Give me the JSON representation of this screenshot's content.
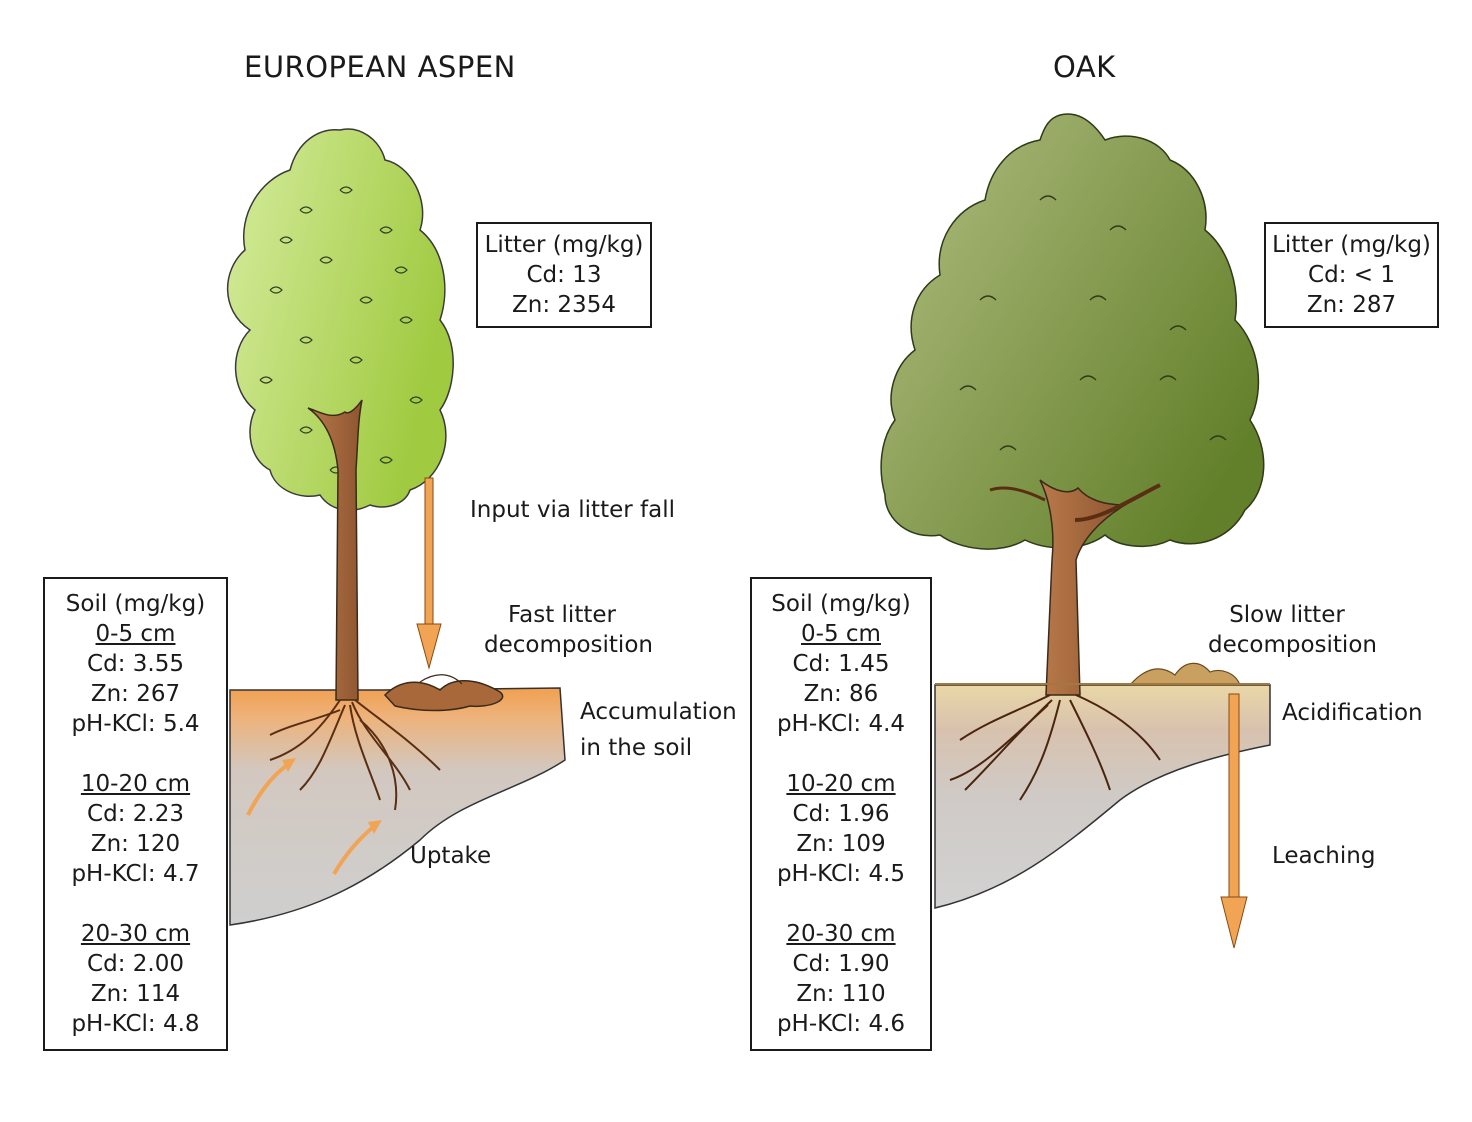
{
  "aspen": {
    "title": "EUROPEAN ASPEN",
    "litter": {
      "header": "Litter (mg/kg)",
      "cd": "Cd: 13",
      "zn": "Zn: 2354"
    },
    "soil": {
      "header": "Soil (mg/kg)",
      "layers": [
        {
          "depth": "0-5 cm",
          "cd": "Cd: 3.55",
          "zn": "Zn: 267",
          "ph": "pH-KCl: 5.4"
        },
        {
          "depth": "10-20 cm",
          "cd": "Cd: 2.23",
          "zn": "Zn: 120",
          "ph": "pH-KCl: 4.7"
        },
        {
          "depth": "20-30 cm",
          "cd": "Cd: 2.00",
          "zn": "Zn: 114",
          "ph": "pH-KCl: 4.8"
        }
      ]
    },
    "labels": {
      "input": "Input via litter fall",
      "decomp_1": "Fast litter",
      "decomp_2": "decomposition",
      "accum_1": "Accumulation",
      "accum_2": "in the soil",
      "uptake": "Uptake"
    }
  },
  "oak": {
    "title": "OAK",
    "litter": {
      "header": "Litter (mg/kg)",
      "cd": "Cd: < 1",
      "zn": "Zn: 287"
    },
    "soil": {
      "header": "Soil (mg/kg)",
      "layers": [
        {
          "depth": "0-5 cm",
          "cd": "Cd: 1.45",
          "zn": "Zn: 86",
          "ph": "pH-KCl: 4.4"
        },
        {
          "depth": "10-20 cm",
          "cd": "Cd: 1.96",
          "zn": "Zn: 109",
          "ph": "pH-KCl: 4.5"
        },
        {
          "depth": "20-30 cm",
          "cd": "Cd: 1.90",
          "zn": "Zn: 110",
          "ph": "pH-KCl: 4.6"
        }
      ]
    },
    "labels": {
      "decomp_1": "Slow litter",
      "decomp_2": "decomposition",
      "acid": "Acidification",
      "leach": "Leaching"
    }
  },
  "colors": {
    "arrow": "#f2a455",
    "arrow_stroke": "#8a4a10",
    "aspen_leaf_light": "#d4ea9c",
    "aspen_leaf_dark": "#a2cc46",
    "oak_leaf_light": "#a8b678",
    "oak_leaf_dark": "#6a8430",
    "trunk": "#a0623a",
    "soil_top": "#f0a050",
    "soil_bottom": "#d0d0d0"
  }
}
